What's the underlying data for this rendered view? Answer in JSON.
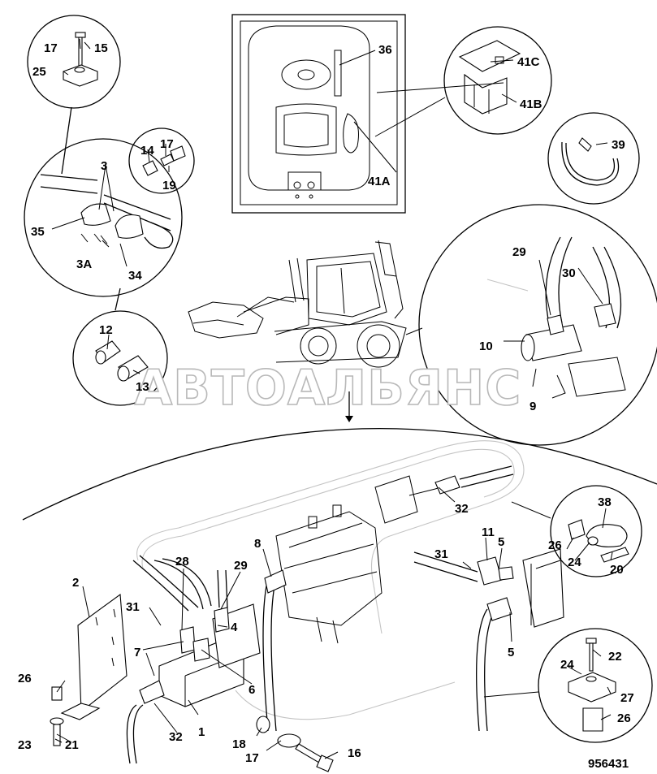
{
  "watermark": "АВТОАЛЬЯНС",
  "drawing_number": "956431",
  "callouts": {
    "c1": "1",
    "c2": "2",
    "c3": "3",
    "c3a": "3A",
    "c4": "4",
    "c5a": "5",
    "c5b": "5",
    "c6": "6",
    "c7": "7",
    "c8": "8",
    "c9": "9",
    "c10": "10",
    "c11": "11",
    "c12": "12",
    "c13": "13",
    "c14": "14",
    "c15": "15",
    "c16": "16",
    "c17a": "17",
    "c17b": "17",
    "c17c": "17",
    "c18": "18",
    "c19": "19",
    "c20": "20",
    "c21": "21",
    "c22": "22",
    "c23": "23",
    "c24a": "24",
    "c24b": "24",
    "c25": "25",
    "c26a": "26",
    "c26b": "26",
    "c26c": "26",
    "c27": "27",
    "c28": "28",
    "c29a": "29",
    "c29b": "29",
    "c30": "30",
    "c31a": "31",
    "c31b": "31",
    "c32a": "32",
    "c32b": "32",
    "c34": "34",
    "c35": "35",
    "c36": "36",
    "c38": "38",
    "c39": "39",
    "c41a": "41A",
    "c41b": "41B",
    "c41c": "41C"
  }
}
